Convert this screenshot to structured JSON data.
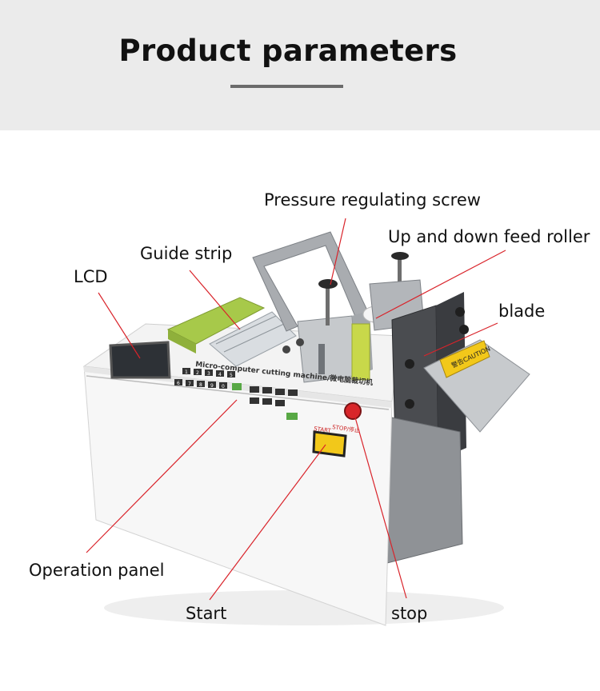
{
  "header": {
    "title": "Product parameters"
  },
  "machine": {
    "panel_text": "Micro-computer cutting machine/微电脑裁切机",
    "caution_text": "警告CAUTION",
    "start_text": "START",
    "stop_text": "STOP/停止",
    "keypad_keys": [
      "1",
      "2",
      "3",
      "4",
      "5",
      "6",
      "7",
      "8",
      "9",
      "0"
    ]
  },
  "callouts": {
    "pressure_screw": "Pressure regulating screw",
    "feed_roller": "Up and down feed roller",
    "guide_strip": "Guide strip",
    "lcd": "LCD",
    "blade": "blade",
    "operation_panel": "Operation panel",
    "start": "Start",
    "stop": "stop"
  },
  "colors": {
    "leader_line": "#d9232a",
    "header_bg": "#ebebeb",
    "accent_green": "#a7c94a",
    "start_yellow": "#f2c81a",
    "stop_red": "#d8262a"
  }
}
